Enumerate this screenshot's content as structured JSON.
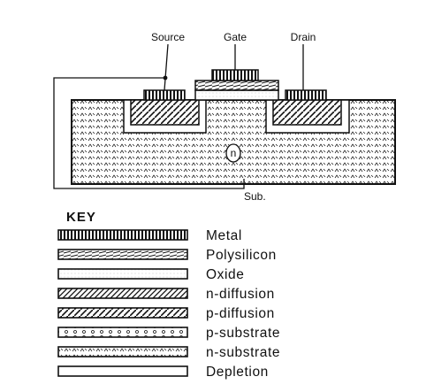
{
  "diagram": {
    "terminals": {
      "source": "Source",
      "gate": "Gate",
      "drain": "Drain",
      "substrate": "Sub."
    },
    "substrate_symbol": "n"
  },
  "key": {
    "title": "KEY",
    "items": [
      {
        "label": "Metal",
        "pattern": "metal"
      },
      {
        "label": "Polysilicon",
        "pattern": "polysilicon"
      },
      {
        "label": "Oxide",
        "pattern": "oxide"
      },
      {
        "label": "n-diffusion",
        "pattern": "n-diffusion"
      },
      {
        "label": "p-diffusion",
        "pattern": "p-diffusion"
      },
      {
        "label": "p-substrate",
        "pattern": "p-substrate"
      },
      {
        "label": "n-substrate",
        "pattern": "n-substrate"
      },
      {
        "label": "Depletion",
        "pattern": "depletion"
      }
    ]
  }
}
